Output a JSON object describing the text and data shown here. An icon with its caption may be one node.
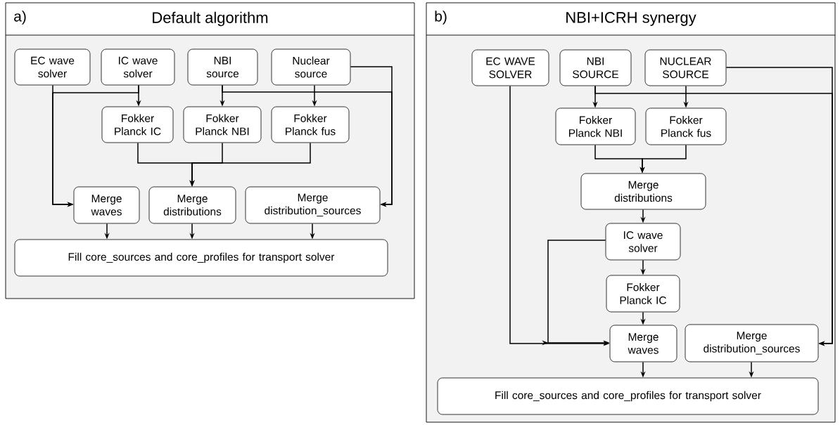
{
  "diagram": {
    "nodes": [
      {
        "text": [
          "a)",
          "Default algorithm"
        ]
      },
      {
        "text": [
          "EC wave solver"
        ],
        "in": 0
      },
      {
        "text": [
          "IC wave solver"
        ],
        "in": 0
      },
      {
        "text": [
          "NBI source"
        ],
        "in": 0
      },
      {
        "text": [
          "Nuclear source"
        ],
        "in": 0
      },
      {
        "text": [
          "Fokker Planck IC"
        ],
        "in": 0
      },
      {
        "text": [
          "Fokker Planck NBI"
        ],
        "in": 0
      },
      {
        "text": [
          "Fokker Planck fus"
        ],
        "in": 0
      },
      {
        "text": [
          "Merge waves"
        ],
        "in": 0
      },
      {
        "text": [
          "Merge distributions"
        ],
        "in": 0
      },
      {
        "text": [
          "Merge distribution_sources"
        ],
        "in": 0
      },
      {
        "text": [
          "Fill core_sources and core_profiles for transport solver"
        ],
        "in": 0
      },
      {
        "text": [
          "b)",
          "NBI+ICRH synergy"
        ]
      },
      {
        "text": [
          "EC WAVE SOLVER"
        ],
        "in": 12
      },
      {
        "text": [
          "NBI SOURCE"
        ],
        "in": 12
      },
      {
        "text": [
          "NUCLEAR SOURCE"
        ],
        "in": 12
      },
      {
        "text": [
          "Fokker Planck NBI"
        ],
        "in": 12
      },
      {
        "text": [
          "Fokker Planck fus"
        ],
        "in": 12
      },
      {
        "text": [
          "Merge distributions"
        ],
        "in": 12
      },
      {
        "text": [
          "IC wave solver"
        ],
        "in": 12
      },
      {
        "text": [
          "Fokker Planck IC"
        ],
        "in": 12
      },
      {
        "text": [
          "Merge waves"
        ],
        "in": 12
      },
      {
        "text": [
          "Merge distribution_sources"
        ],
        "in": 12
      },
      {
        "text": [
          "Fill core_sources and core_profiles for transport solver"
        ],
        "in": 12
      }
    ],
    "edges": [
      {
        "from": 1,
        "to": 8,
        "arrow": "to"
      },
      {
        "from": 2,
        "to": 5,
        "arrow": "to"
      },
      {
        "from": 2,
        "to": 8,
        "arrow": "to"
      },
      {
        "from": 3,
        "to": 6,
        "arrow": "to"
      },
      {
        "from": 4,
        "to": 7,
        "arrow": "to"
      },
      {
        "from": 3,
        "to": 10,
        "arrow": "to"
      },
      {
        "from": 4,
        "to": 10,
        "arrow": "to"
      },
      {
        "from": 5,
        "to": 9,
        "arrow": "to"
      },
      {
        "from": 6,
        "to": 9,
        "arrow": "to"
      },
      {
        "from": 7,
        "to": 9,
        "arrow": "to"
      },
      {
        "from": 8,
        "to": 11,
        "arrow": "to"
      },
      {
        "from": 9,
        "to": 11,
        "arrow": "to"
      },
      {
        "from": 10,
        "to": 11,
        "arrow": "to"
      },
      {
        "from": 13,
        "to": 21,
        "arrow": "to"
      },
      {
        "from": 14,
        "to": 16,
        "arrow": "to"
      },
      {
        "from": 15,
        "to": 17,
        "arrow": "to"
      },
      {
        "from": 14,
        "to": 22,
        "arrow": "to"
      },
      {
        "from": 15,
        "to": 22,
        "arrow": "to"
      },
      {
        "from": 16,
        "to": 18,
        "arrow": "to"
      },
      {
        "from": 17,
        "to": 18,
        "arrow": "to"
      },
      {
        "from": 18,
        "to": 19,
        "arrow": "to"
      },
      {
        "from": 19,
        "to": 20,
        "arrow": "to"
      },
      {
        "from": 20,
        "to": 21,
        "arrow": "to"
      },
      {
        "from": 19,
        "to": 21,
        "arrow": "to"
      },
      {
        "from": 21,
        "to": 23,
        "arrow": "to"
      },
      {
        "from": 22,
        "to": 23,
        "arrow": "to"
      }
    ]
  }
}
